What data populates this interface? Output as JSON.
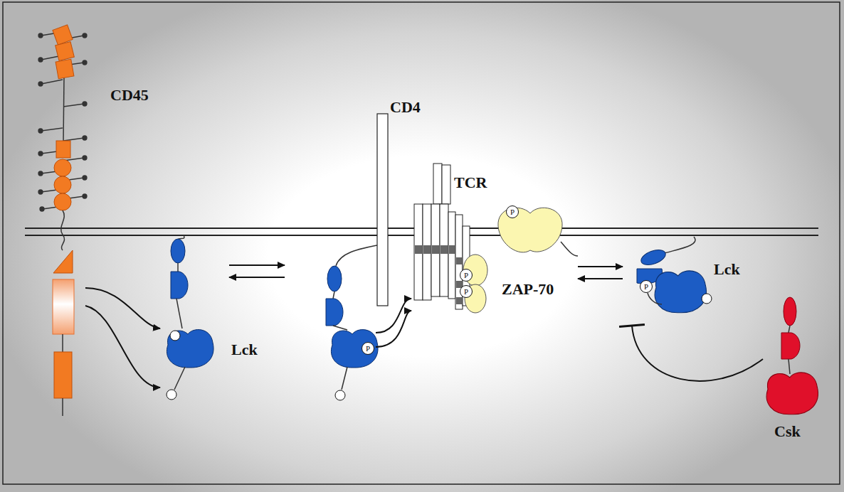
{
  "diagram": {
    "nodes": [
      {
        "text": [
          "CD45"
        ]
      },
      {
        "text": [
          "Lck"
        ]
      },
      {
        "text": [
          "P"
        ]
      },
      {
        "text": [
          "CD4"
        ]
      },
      {
        "text": [
          "TCR",
          "P",
          "P"
        ]
      },
      {
        "text": [
          "P",
          "ZAP-70"
        ]
      },
      {
        "text": [
          "Lck",
          "P"
        ]
      },
      {
        "text": [
          "Csk"
        ]
      }
    ],
    "edges": [
      {
        "from": 0,
        "to": 1,
        "arrow": "to"
      },
      {
        "from": 0,
        "to": 1,
        "arrow": "to"
      },
      {
        "from": 1,
        "to": 2,
        "arrow": "to"
      },
      {
        "from": 2,
        "to": 1,
        "arrow": "to"
      },
      {
        "from": 2,
        "to": 4,
        "arrow": "to"
      },
      {
        "from": 2,
        "to": 4,
        "arrow": "to"
      },
      {
        "from": 5,
        "to": 6,
        "arrow": "to"
      },
      {
        "from": 6,
        "to": 5,
        "arrow": "to"
      },
      {
        "from": 7,
        "to": 6,
        "arrow": "none"
      }
    ]
  }
}
